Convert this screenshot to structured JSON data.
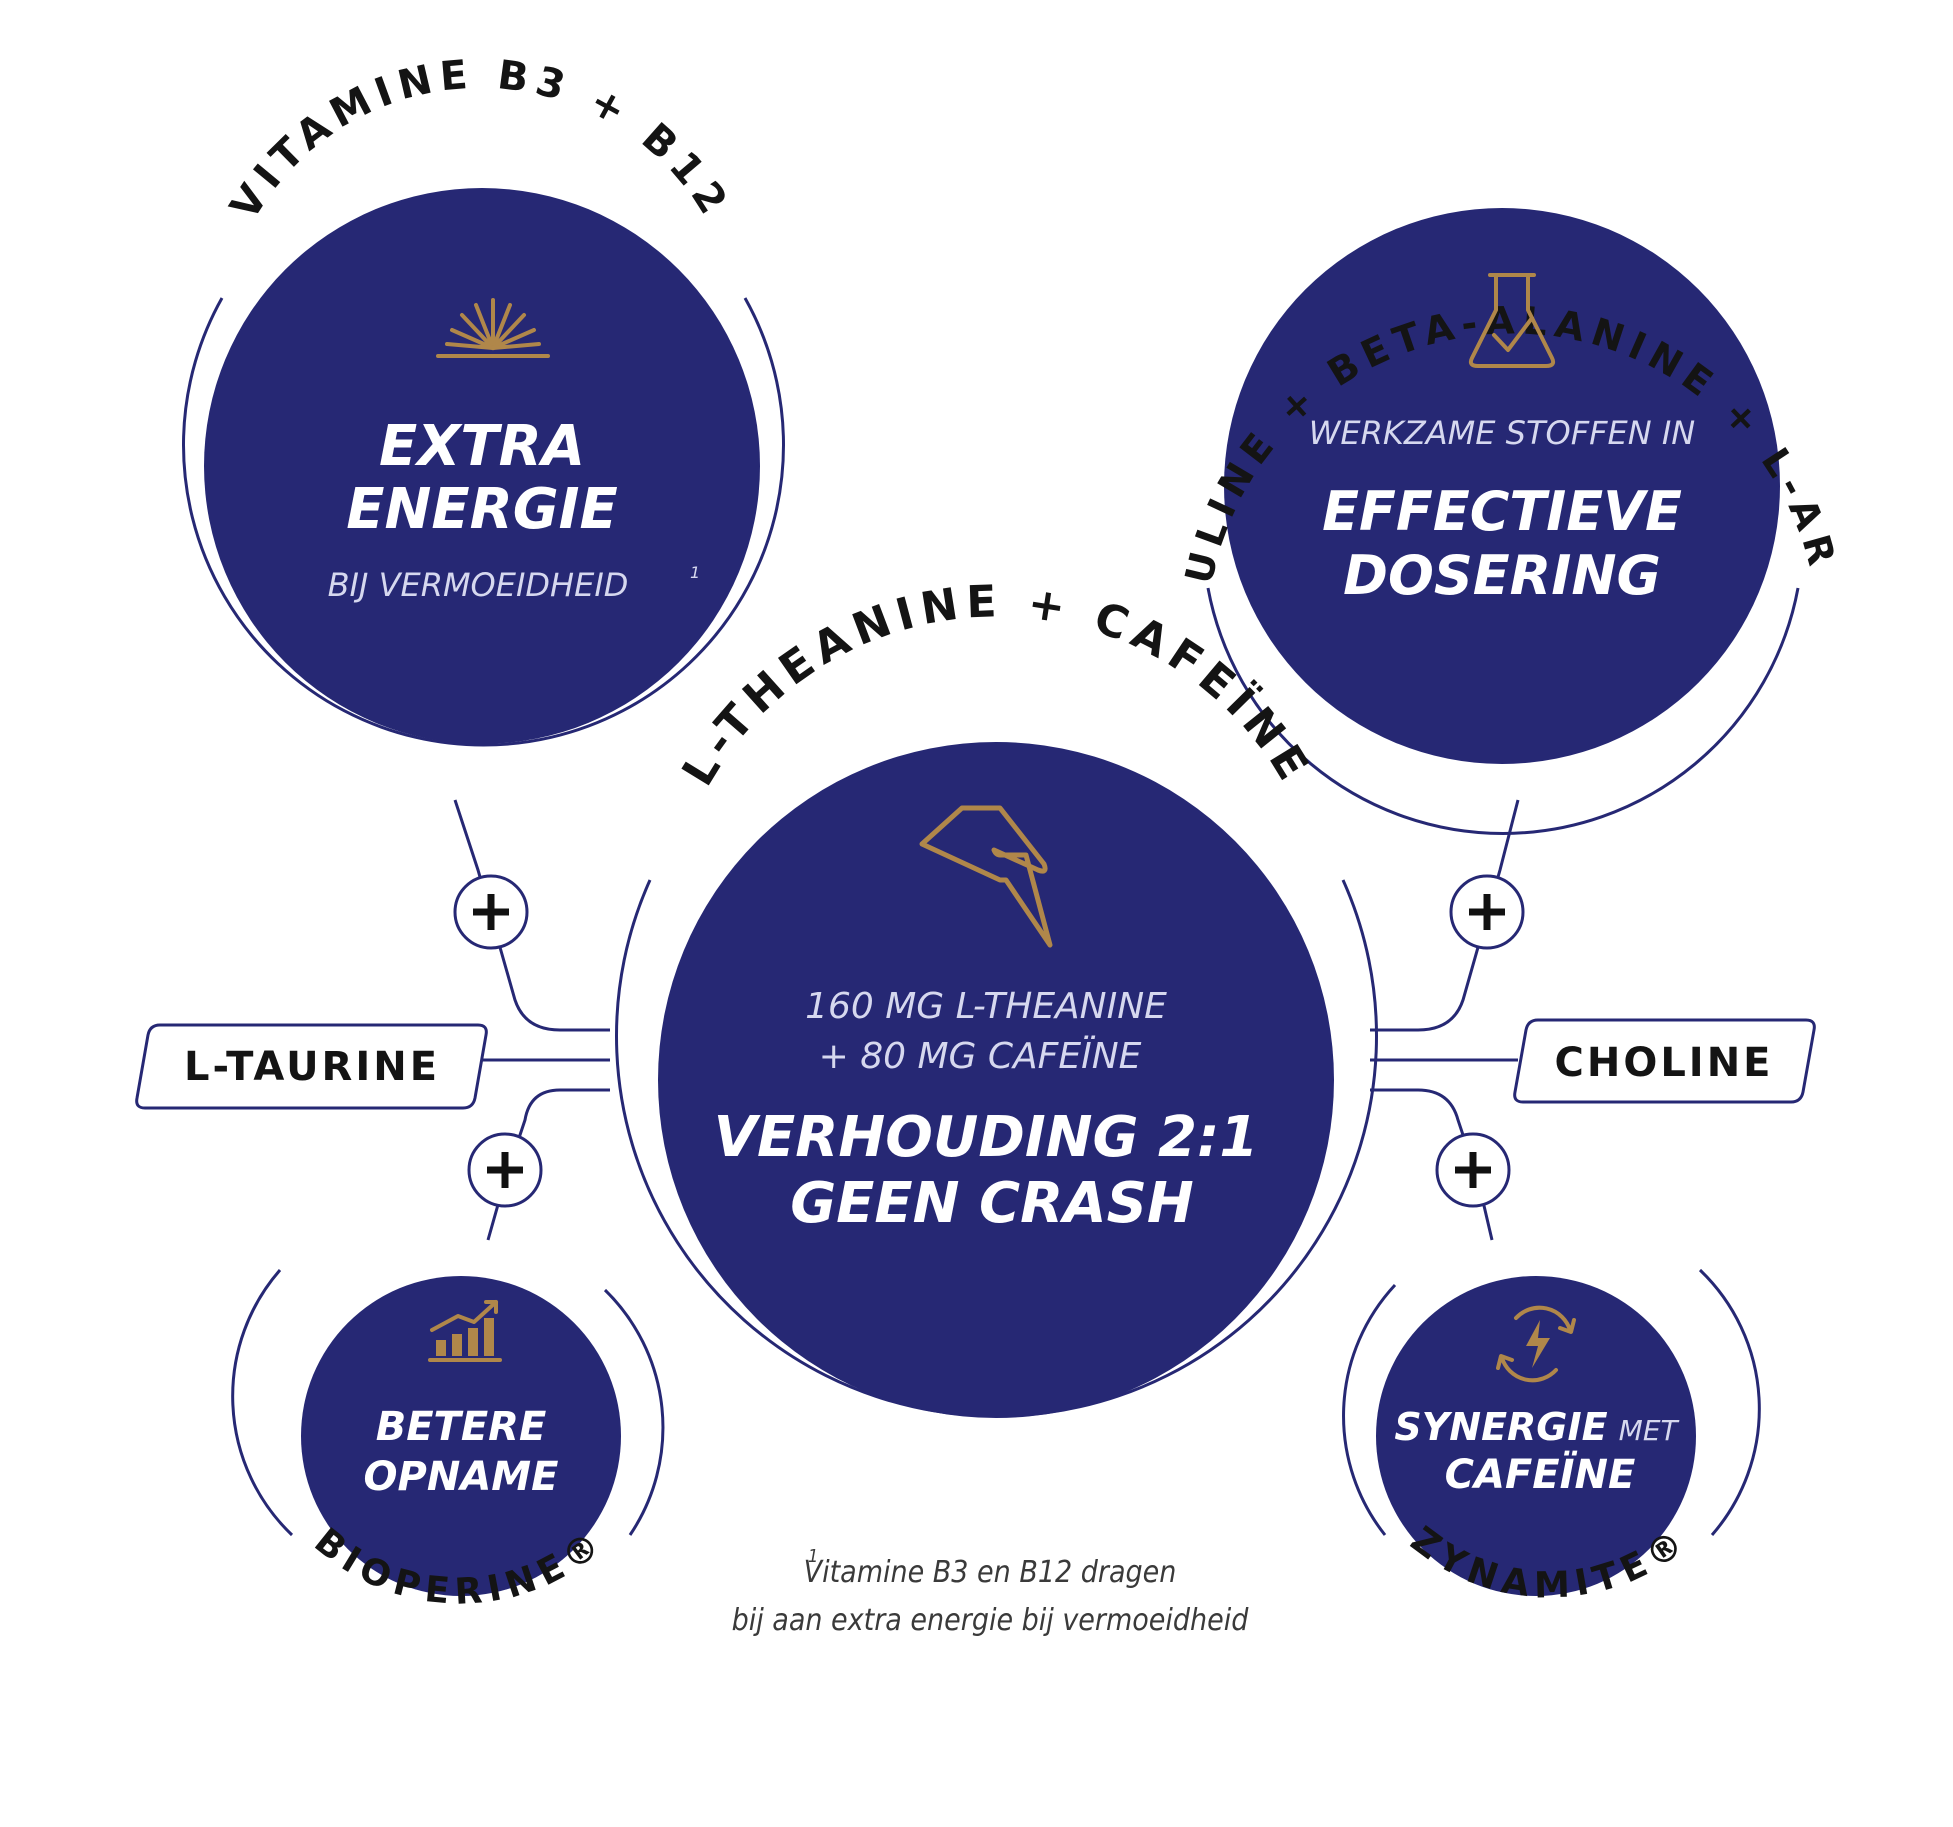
{
  "top_left": {
    "arc_label": "VITAMINE B3 + B12",
    "title_line1": "EXTRA",
    "title_line2": "ENERGIE",
    "subtitle": "BIJ VERMOEIDHEID",
    "superscript": "1",
    "icon": "sunrise-icon"
  },
  "top_right": {
    "arc_label": "L-CITRULINE + BETA-ALANINE + L-ARGININE",
    "intro": "WERKZAME STOFFEN IN",
    "title_line1": "EFFECTIEVE",
    "title_line2": "DOSERING",
    "icon": "flask-check-icon"
  },
  "center": {
    "arc_label": "L-THEANINE + CAFEÏNE",
    "detail_line1": "160 MG L-THEANINE",
    "detail_line2": "+ 80 MG CAFEÏNE",
    "title_line1": "VERHOUDING 2:1",
    "title_line2": "GEEN CRASH",
    "icon": "lightning-bolt-icon"
  },
  "bottom_left": {
    "arc_label": "BIOPERINE®",
    "title_line1": "BETERE",
    "title_line2": "OPNAME",
    "icon": "bar-chart-growth-icon"
  },
  "bottom_right": {
    "arc_label": "ZYNAMITE®",
    "title_bold": "SYNERGIE",
    "title_thin": "MET",
    "title_line2": "CAFEÏNE",
    "icon": "energy-cycle-icon"
  },
  "tags": {
    "left": "L-TAURINE",
    "right": "CHOLINE"
  },
  "footnote": {
    "marker": "1",
    "line1": "Vitamine B3 en B12 dragen",
    "line2": "bij aan extra energie bij vermoeidheid"
  },
  "colors": {
    "navy": "#262874",
    "gold": "#b0874a",
    "text": "#141414"
  }
}
